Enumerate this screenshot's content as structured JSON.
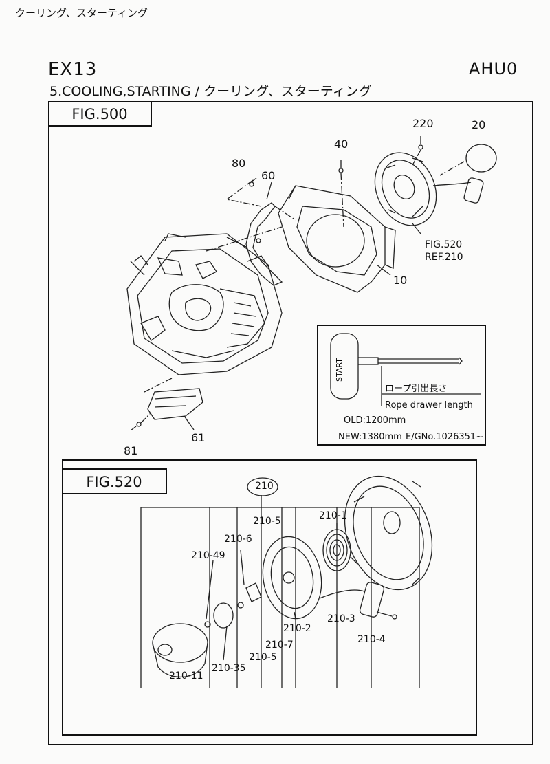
{
  "header": {
    "corner_caption": "クーリング、スターティング",
    "model": "EX13",
    "code": "AHU0",
    "section_title": "5.COOLING,STARTING / クーリング、スターティング"
  },
  "fig500": {
    "label": "FIG.500",
    "callouts": [
      "220",
      "20",
      "40",
      "80",
      "60",
      "10",
      "61",
      "81"
    ],
    "reference": [
      "FIG.520",
      "REF.210"
    ],
    "inset": {
      "grip_text": "START",
      "jp_label": "ロープ引出長さ",
      "en_label": "Rope drawer length",
      "old": "OLD:1200mm",
      "new": "NEW:1380mm",
      "serial": "E/GNo.1026351~"
    }
  },
  "fig520": {
    "label": "FIG.520",
    "group": "210",
    "callouts": [
      "210-5",
      "210-1",
      "210-6",
      "210-49",
      "210-2",
      "210-3",
      "210-4",
      "210-7",
      "210-5",
      "210-35",
      "210-11"
    ]
  }
}
